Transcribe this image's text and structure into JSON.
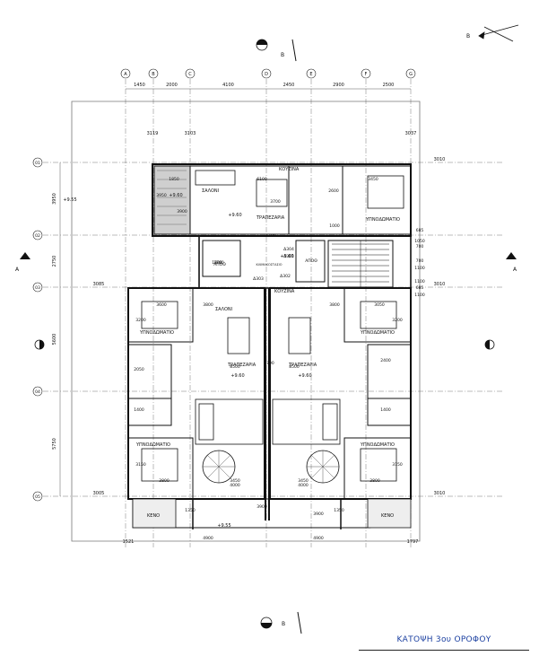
{
  "drawing": {
    "title": "ΚΑΤΟΨΗ 3ου ΟΡΟΦΟΥ",
    "section_letter_top": "B",
    "section_letter_bottom": "B",
    "section_letter_left": "A",
    "section_letter_right": "A",
    "north_label": "B"
  },
  "axes": {
    "columns": [
      "A",
      "B",
      "C",
      "D",
      "E",
      "F",
      "G"
    ],
    "column_spacings": [
      "1450",
      "2000",
      "4100",
      "2450",
      "2900",
      "2500"
    ],
    "rows": [
      "01",
      "02",
      "03",
      "04",
      "05"
    ],
    "row_spacings": [
      "3950",
      "2750",
      "5600",
      "5750"
    ]
  },
  "dimensions": {
    "top_left_offsets": [
      "3119",
      "3103"
    ],
    "top_right_offset": "3037",
    "right_row_offsets": [
      "3010",
      "3010",
      "3010"
    ],
    "left_row_offsets": [
      "3085",
      "3005"
    ],
    "bottom_left": "1521",
    "bottom_right": "1797",
    "core": [
      "685",
      "1050",
      "700",
      "700",
      "1100",
      "1100",
      "685",
      "1100"
    ],
    "unit_top": [
      "1850",
      "1800",
      "3950",
      "3900",
      "6100",
      "3700",
      "1100",
      "2600",
      "1000",
      "3450",
      "3700"
    ],
    "unit_mid": [
      "3600",
      "3800",
      "3800",
      "3050",
      "3200",
      "3200",
      "8500",
      "8500",
      "2050",
      "2400",
      "1400",
      "1400",
      "3700"
    ],
    "unit_bottom": [
      "3150",
      "3800",
      "3450",
      "3450",
      "3800",
      "3150",
      "4000",
      "4000",
      "1350",
      "4900",
      "4900",
      "1350",
      "3900",
      "3900"
    ]
  },
  "levels": [
    "+9.55",
    "+9.60",
    "+9.60",
    "+9.60",
    "+9.60",
    "+9.60",
    "+9.55"
  ],
  "room_labels": {
    "living": "ΣΑΛΟΝΙ",
    "kitchen": "ΚΟΥΖΙΝΑ",
    "dining": "ΤΡΑΠΕΖΑΡΙΑ",
    "bedroom": "ΥΠΝΟΔΩΜΑΤΙΟ",
    "void": "ΚΕΝΟ",
    "lobby": "ΚΛΙΜΑΚΟΣΤΑΣΙΟ",
    "stair_marks": [
      "Δ301",
      "Δ302",
      "Δ303",
      "Δ304"
    ],
    "stores": [
      "ΑΠΟΘ",
      "ΑΠΟΘ"
    ]
  }
}
